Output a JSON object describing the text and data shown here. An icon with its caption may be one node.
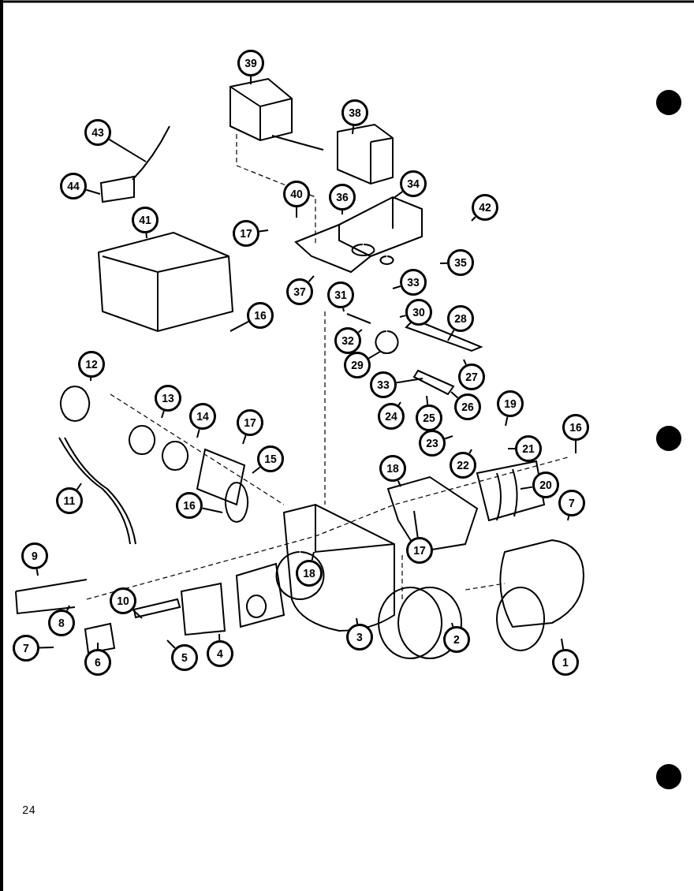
{
  "diagram": {
    "nodes": [
      {
        "text": [
          "39"
        ]
      },
      {
        "text": [
          "38"
        ]
      },
      {
        "text": [
          "43"
        ]
      },
      {
        "text": [
          "44"
        ]
      },
      {
        "text": [
          "34"
        ]
      },
      {
        "text": [
          "36"
        ]
      },
      {
        "text": [
          "40"
        ]
      },
      {
        "text": [
          "17"
        ]
      },
      {
        "text": [
          "42"
        ]
      },
      {
        "text": [
          "41"
        ]
      },
      {
        "text": [
          "35"
        ]
      },
      {
        "text": [
          "37"
        ]
      },
      {
        "text": [
          "16"
        ]
      },
      {
        "text": [
          "31"
        ]
      },
      {
        "text": [
          "33"
        ]
      },
      {
        "text": [
          "30"
        ]
      },
      {
        "text": [
          "32"
        ]
      },
      {
        "text": [
          "28"
        ]
      },
      {
        "text": [
          "29"
        ]
      },
      {
        "text": [
          "27"
        ]
      },
      {
        "text": [
          "33"
        ]
      },
      {
        "text": [
          "26"
        ]
      },
      {
        "text": [
          "24"
        ]
      },
      {
        "text": [
          "25"
        ]
      },
      {
        "text": [
          "23"
        ]
      },
      {
        "text": [
          "22"
        ]
      },
      {
        "text": [
          "19"
        ]
      },
      {
        "text": [
          "21"
        ]
      },
      {
        "text": [
          "16"
        ]
      },
      {
        "text": [
          "18"
        ]
      },
      {
        "text": [
          "20"
        ]
      },
      {
        "text": [
          "17"
        ]
      },
      {
        "text": [
          "7"
        ]
      },
      {
        "text": [
          "1"
        ]
      },
      {
        "text": [
          "2"
        ]
      },
      {
        "text": [
          "3"
        ]
      },
      {
        "text": [
          "4"
        ]
      },
      {
        "text": [
          "5"
        ]
      },
      {
        "text": [
          "6"
        ]
      },
      {
        "text": [
          "7"
        ]
      },
      {
        "text": [
          "8"
        ]
      },
      {
        "text": [
          "9"
        ]
      },
      {
        "text": [
          "10"
        ]
      },
      {
        "text": [
          "11"
        ]
      },
      {
        "text": [
          "12"
        ]
      },
      {
        "text": [
          "13"
        ]
      },
      {
        "text": [
          "14"
        ]
      },
      {
        "text": [
          "15"
        ]
      },
      {
        "text": [
          "16"
        ]
      },
      {
        "text": [
          "17"
        ]
      },
      {
        "text": [
          "18"
        ]
      }
    ],
    "edges": [
      {
        "from": 0,
        "to": null,
        "arrow": "none"
      },
      {
        "from": 1,
        "to": null,
        "arrow": "none"
      },
      {
        "from": 2,
        "to": null,
        "arrow": "none"
      },
      {
        "from": 3,
        "to": null,
        "arrow": "none"
      },
      {
        "from": 4,
        "to": null,
        "arrow": "none"
      },
      {
        "from": 5,
        "to": null,
        "arrow": "none"
      },
      {
        "from": 6,
        "to": null,
        "arrow": "none"
      },
      {
        "from": 7,
        "to": null,
        "arrow": "none"
      },
      {
        "from": 8,
        "to": null,
        "arrow": "none"
      },
      {
        "from": 9,
        "to": null,
        "arrow": "none"
      },
      {
        "from": 10,
        "to": null,
        "arrow": "none"
      },
      {
        "from": 11,
        "to": null,
        "arrow": "none"
      },
      {
        "from": 12,
        "to": null,
        "arrow": "none"
      },
      {
        "from": 13,
        "to": null,
        "arrow": "none"
      },
      {
        "from": 14,
        "to": null,
        "arrow": "none"
      },
      {
        "from": 15,
        "to": null,
        "arrow": "none"
      },
      {
        "from": 16,
        "to": null,
        "arrow": "none"
      },
      {
        "from": 17,
        "to": null,
        "arrow": "none"
      },
      {
        "from": 18,
        "to": null,
        "arrow": "none"
      },
      {
        "from": 19,
        "to": null,
        "arrow": "none"
      },
      {
        "from": 20,
        "to": null,
        "arrow": "none"
      },
      {
        "from": 21,
        "to": null,
        "arrow": "none"
      },
      {
        "from": 22,
        "to": null,
        "arrow": "none"
      },
      {
        "from": 23,
        "to": null,
        "arrow": "none"
      },
      {
        "from": 24,
        "to": null,
        "arrow": "none"
      },
      {
        "from": 25,
        "to": null,
        "arrow": "none"
      },
      {
        "from": 26,
        "to": null,
        "arrow": "none"
      },
      {
        "from": 27,
        "to": null,
        "arrow": "none"
      },
      {
        "from": 28,
        "to": null,
        "arrow": "none"
      },
      {
        "from": 29,
        "to": null,
        "arrow": "none"
      },
      {
        "from": 30,
        "to": null,
        "arrow": "none"
      },
      {
        "from": 31,
        "to": null,
        "arrow": "none"
      },
      {
        "from": 32,
        "to": null,
        "arrow": "none"
      },
      {
        "from": 33,
        "to": null,
        "arrow": "none"
      },
      {
        "from": 34,
        "to": null,
        "arrow": "none"
      },
      {
        "from": 35,
        "to": null,
        "arrow": "none"
      },
      {
        "from": 36,
        "to": null,
        "arrow": "none"
      },
      {
        "from": 37,
        "to": null,
        "arrow": "none"
      },
      {
        "from": 38,
        "to": null,
        "arrow": "none"
      },
      {
        "from": 39,
        "to": null,
        "arrow": "none"
      },
      {
        "from": 40,
        "to": null,
        "arrow": "none"
      },
      {
        "from": 41,
        "to": null,
        "arrow": "none"
      },
      {
        "from": 42,
        "to": null,
        "arrow": "none"
      },
      {
        "from": 43,
        "to": null,
        "arrow": "none"
      },
      {
        "from": 44,
        "to": null,
        "arrow": "none"
      },
      {
        "from": 45,
        "to": null,
        "arrow": "none"
      },
      {
        "from": 46,
        "to": null,
        "arrow": "none"
      },
      {
        "from": 47,
        "to": null,
        "arrow": "none"
      },
      {
        "from": 48,
        "to": null,
        "arrow": "none"
      },
      {
        "from": 49,
        "to": null,
        "arrow": "none"
      },
      {
        "from": 50,
        "to": null,
        "arrow": "none"
      }
    ],
    "labels": [
      "24"
    ]
  }
}
